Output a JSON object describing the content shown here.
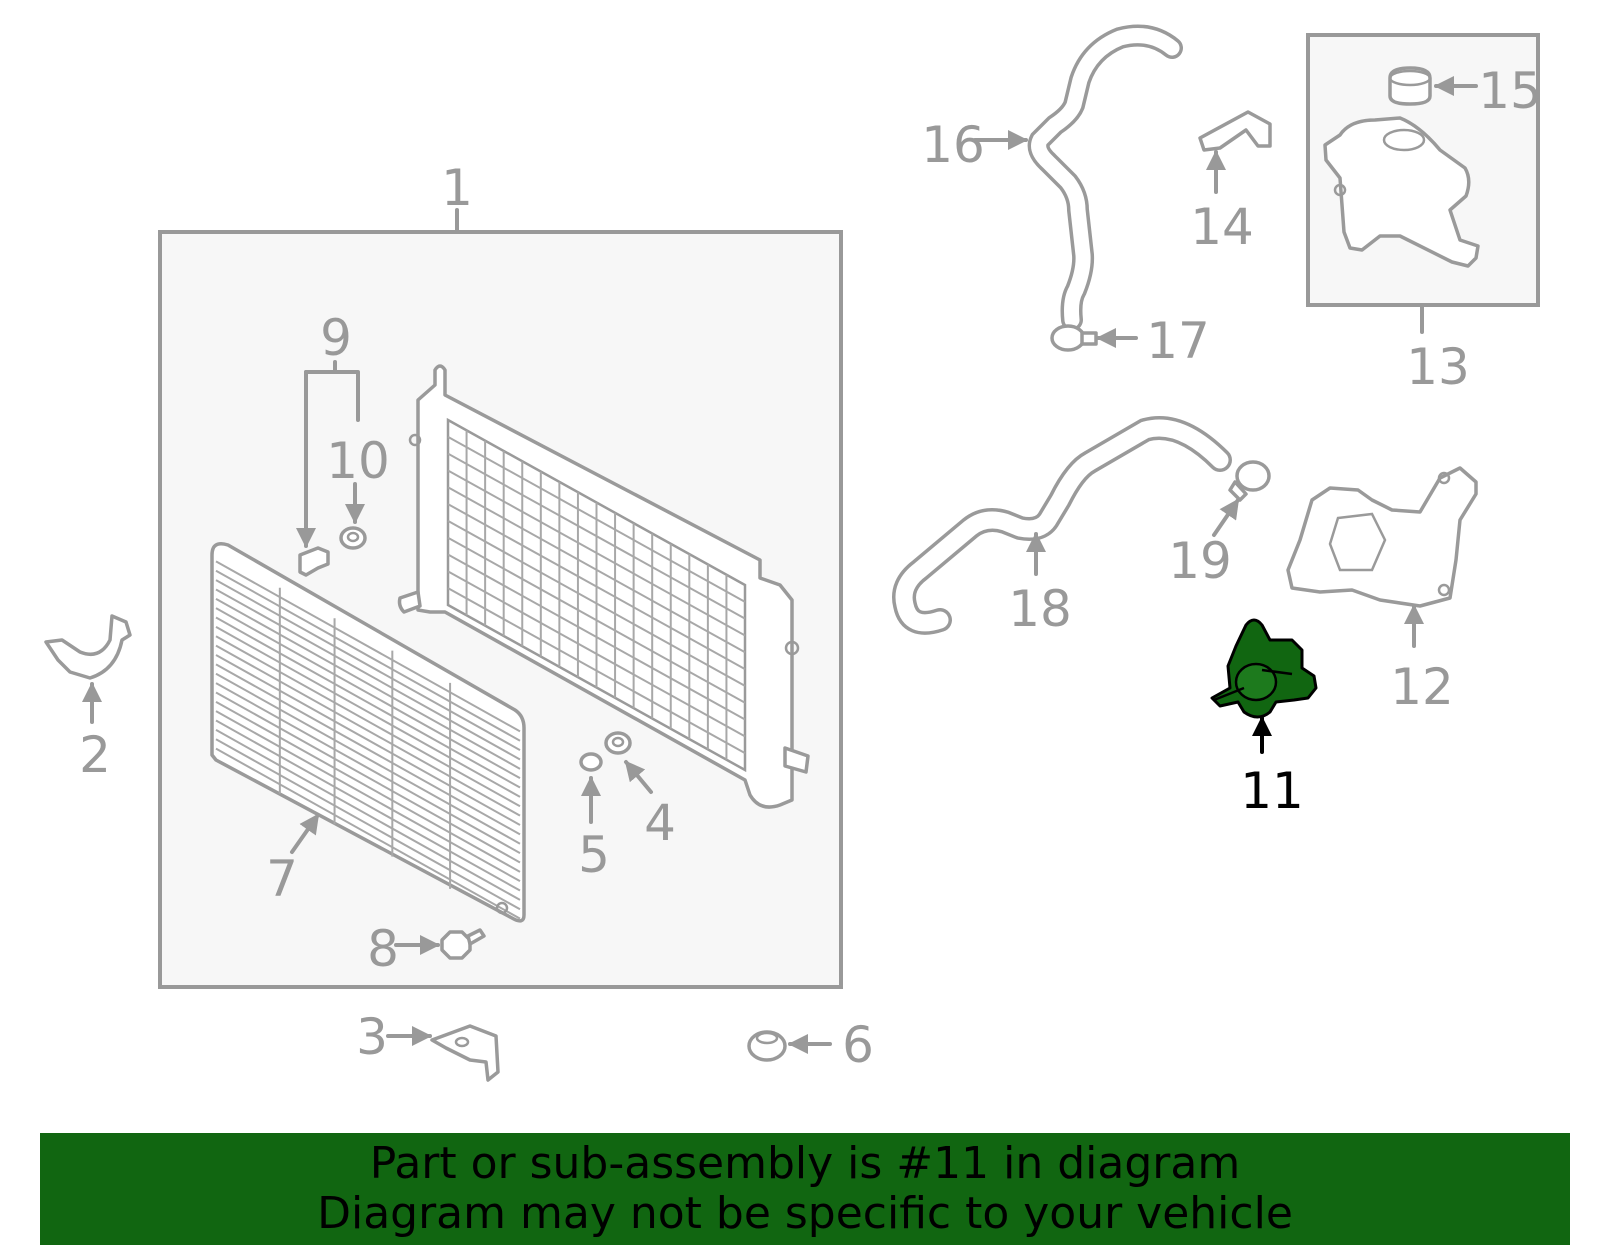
{
  "callouts": {
    "c1": "1",
    "c2": "2",
    "c3": "3",
    "c4": "4",
    "c5": "5",
    "c6": "6",
    "c7": "7",
    "c8": "8",
    "c9": "9",
    "c10": "10",
    "c11": "11",
    "c12": "12",
    "c13": "13",
    "c14": "14",
    "c15": "15",
    "c16": "16",
    "c17": "17",
    "c18": "18",
    "c19": "19"
  },
  "highlight": {
    "part": "11",
    "color": "#116611"
  },
  "banner": {
    "line1": "Part or sub-assembly is #11 in diagram",
    "line2": "Diagram may not be specific to your vehicle",
    "background": "#116611"
  }
}
